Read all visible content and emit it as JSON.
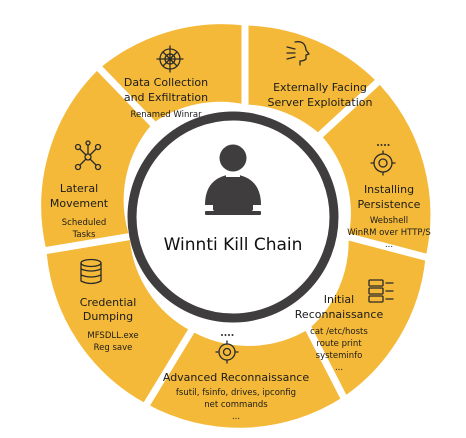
{
  "center": {
    "title": "Winnti Kill Chain"
  },
  "stages": [
    {
      "title": [
        "Data Collection",
        "and Exfiltration"
      ],
      "details": [
        "Renamed Winrar"
      ],
      "icon": "globe-target-icon"
    },
    {
      "title": [
        "Externally Facing",
        "Server Exploitation"
      ],
      "details": [],
      "icon": "face-profile-icon"
    },
    {
      "title": [
        "Installing",
        "Persistence"
      ],
      "details": [
        "Webshell",
        "WinRM over HTTP/S",
        "..."
      ],
      "icon": "gear-shield-icon"
    },
    {
      "title": [
        "Initial",
        "Reconnaissance"
      ],
      "details": [
        "cat /etc/hosts",
        "route print",
        "systeminfo",
        "..."
      ],
      "icon": "server-list-icon"
    },
    {
      "title": [
        "Advanced Reconnaissance"
      ],
      "details": [
        "fsutil, fsinfo, drives, ipconfig",
        "net commands",
        "..."
      ],
      "icon": "gear-dots-icon"
    },
    {
      "title": [
        "Credential",
        "Dumping"
      ],
      "details": [
        "MFSDLL.exe",
        "Reg save"
      ],
      "icon": "database-icon"
    },
    {
      "title": [
        "Lateral",
        "Movement"
      ],
      "details": [
        "Scheduled",
        "Tasks"
      ],
      "icon": "network-icon"
    }
  ],
  "colors": {
    "segment": "#f4b938",
    "hub_ring": "#3f3d3d",
    "text": "#1b1b1b"
  }
}
